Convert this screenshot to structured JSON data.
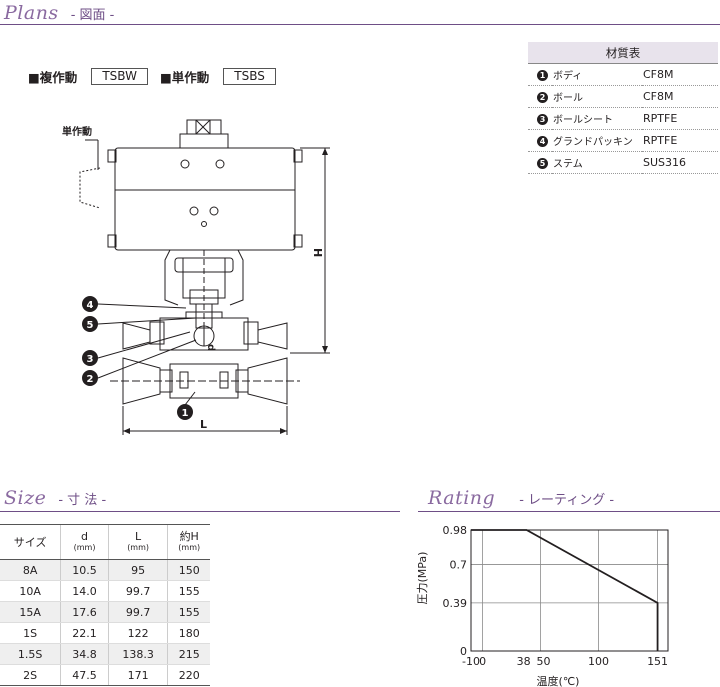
{
  "plans": {
    "title": "Plans",
    "subtitle": "- 図面 -",
    "types": [
      {
        "label": "■複作動",
        "code": "TSBW"
      },
      {
        "label": "■単作動",
        "code": "TSBS"
      }
    ],
    "callout_single": "単作動",
    "dim_H": "H",
    "dim_L": "L",
    "dim_d": "d",
    "parts_callouts": [
      "4",
      "5",
      "3",
      "2",
      "1"
    ]
  },
  "materials": {
    "header": "材質表",
    "rows": [
      {
        "num": "1",
        "part": "ボディ",
        "material": "CF8M"
      },
      {
        "num": "2",
        "part": "ボール",
        "material": "CF8M"
      },
      {
        "num": "3",
        "part": "ボールシート",
        "material": "RPTFE"
      },
      {
        "num": "4",
        "part": "グランドパッキン",
        "material": "RPTFE"
      },
      {
        "num": "5",
        "part": "ステム",
        "material": "SUS316"
      }
    ]
  },
  "size": {
    "title": "Size",
    "subtitle": "- 寸 法 -",
    "headers": [
      {
        "label": "サイズ",
        "unit": ""
      },
      {
        "label": "d",
        "unit": "(mm)"
      },
      {
        "label": "L",
        "unit": "(mm)"
      },
      {
        "label": "約H",
        "unit": "(mm)"
      }
    ],
    "rows": [
      [
        "8A",
        "10.5",
        "95",
        "150"
      ],
      [
        "10A",
        "14.0",
        "99.7",
        "155"
      ],
      [
        "15A",
        "17.6",
        "99.7",
        "155"
      ],
      [
        "1S",
        "22.1",
        "122",
        "180"
      ],
      [
        "1.5S",
        "34.8",
        "138.3",
        "215"
      ],
      [
        "2S",
        "47.5",
        "171",
        "220"
      ]
    ]
  },
  "rating": {
    "title": "Rating",
    "subtitle": "- レーティング -"
  },
  "chart_data": {
    "type": "line",
    "ylabel": "圧力(MPa)",
    "xlabel": "温度(℃)",
    "x_ticks": [
      "-10",
      "0",
      "38",
      "50",
      "100",
      "151"
    ],
    "y_ticks": [
      "0",
      "0.39",
      "0.7",
      "0.98"
    ],
    "xlim": [
      -10,
      160
    ],
    "ylim": [
      0,
      0.98
    ],
    "series": [
      {
        "x": [
          -10,
          38,
          151,
          151
        ],
        "y": [
          0.98,
          0.98,
          0.39,
          0
        ]
      }
    ],
    "colors": {
      "line": "#231f20",
      "grid": "#8a8a8a"
    }
  }
}
